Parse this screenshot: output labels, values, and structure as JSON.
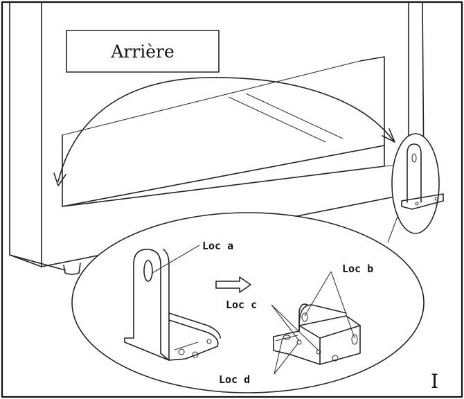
{
  "title_box": {
    "text": "Arrière"
  },
  "labels": {
    "loc_a": "Loc a",
    "loc_b": "Loc b",
    "loc_c": "Loc c",
    "loc_d": "Loc d"
  },
  "figure_id": "I",
  "icons": {
    "transform_arrow": "hollow-right-arrow",
    "swing_arrow": "curved-arrow"
  }
}
